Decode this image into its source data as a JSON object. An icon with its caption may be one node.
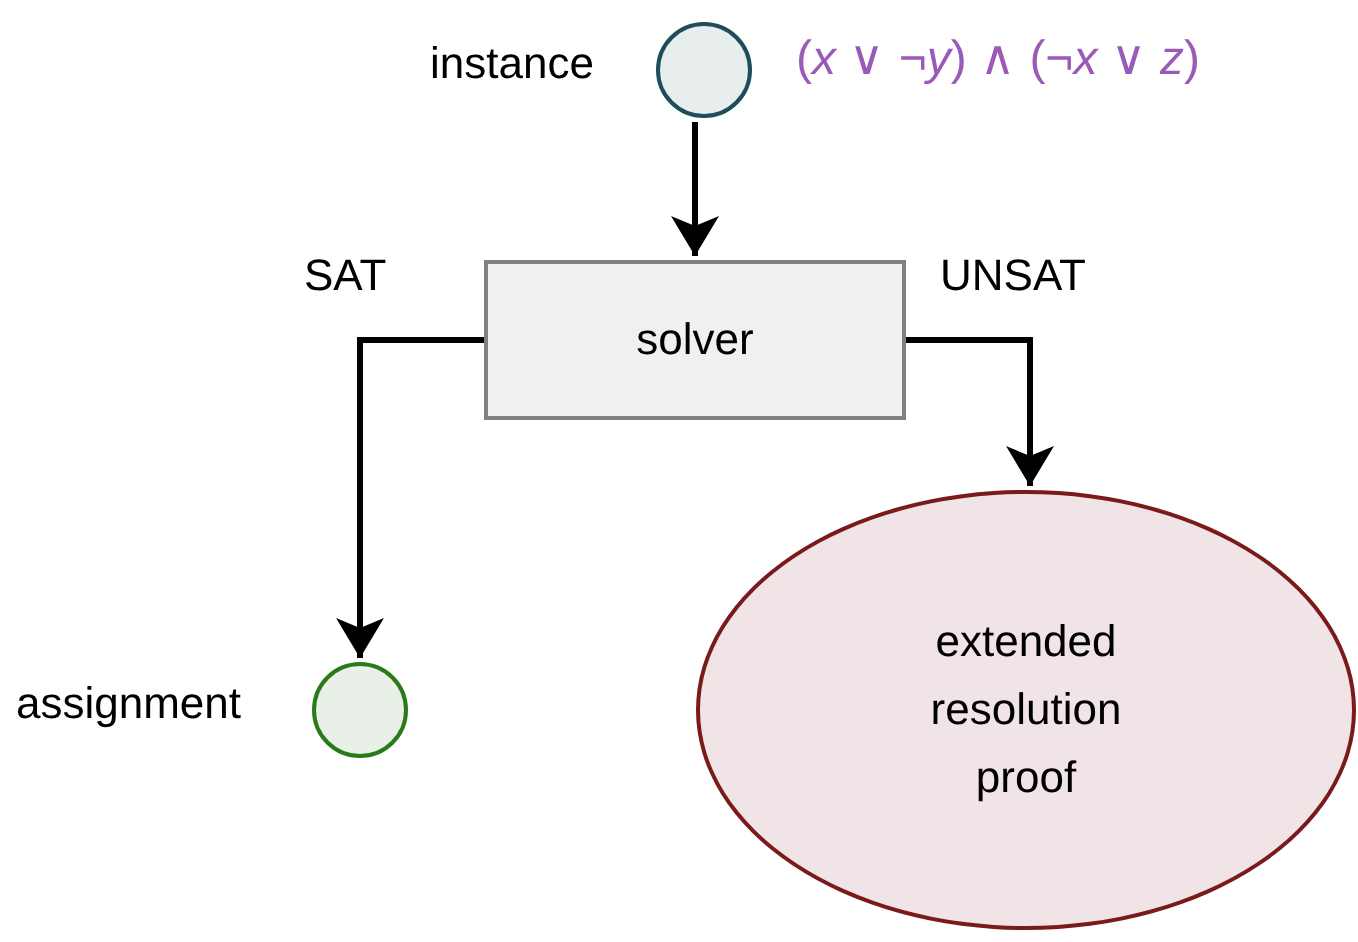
{
  "diagram": {
    "nodes": [
      {
        "text": [],
        "shape": "circle",
        "beside": [
          "instance",
          "(*x* ∨ ¬*y*) ∧ (¬*x* ∨ *z*)"
        ]
      },
      {
        "text": [
          "solver"
        ]
      },
      {
        "text": [],
        "shape": "circle",
        "beside": [
          "assignment"
        ]
      },
      {
        "text": [
          "extended resolution proof"
        ]
      }
    ],
    "edges": [
      {
        "from": 0,
        "to": 1,
        "arrow": "to"
      },
      {
        "from": 1,
        "to": 2,
        "arrow": "to",
        "label": "SAT"
      },
      {
        "from": 1,
        "to": 3,
        "arrow": "to",
        "label": "UNSAT"
      }
    ]
  }
}
